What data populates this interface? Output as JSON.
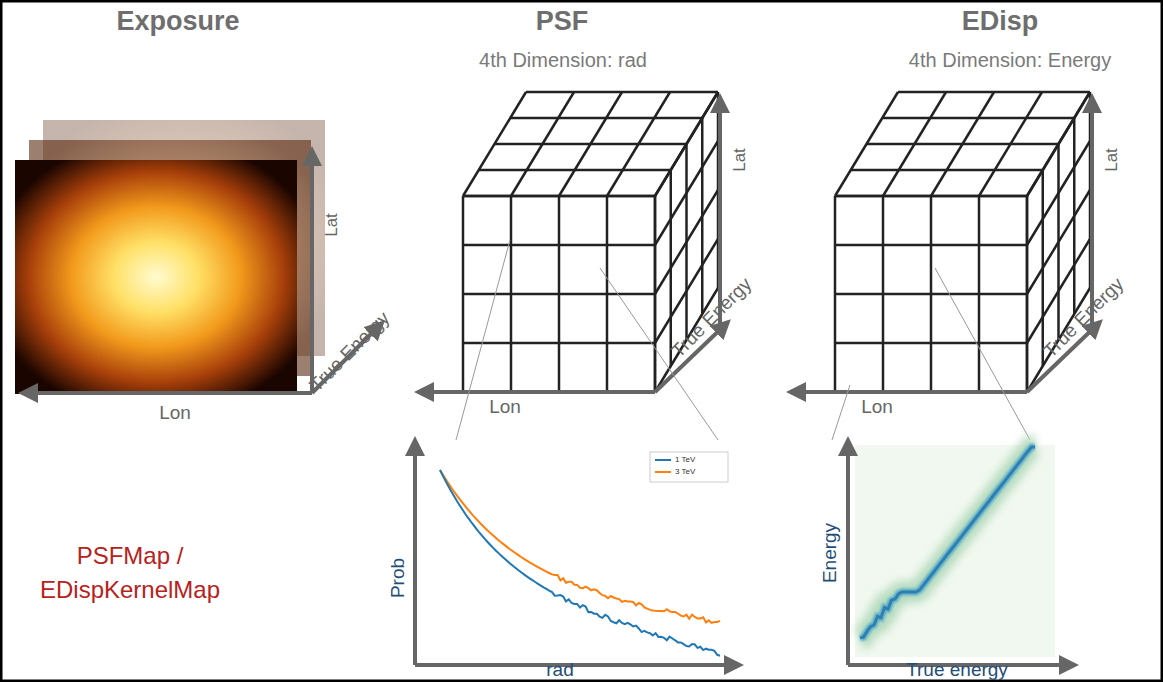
{
  "diagram": {
    "labels": [
      "Exposure",
      "PSF",
      "4th Dimension: rad",
      "EDisp",
      "4th Dimension: Energy",
      "Lat",
      "True Energy",
      "Lon",
      "Lat",
      "True Energy",
      "Lon",
      "Lat",
      "True Energy",
      "Lon",
      "PSFMap  /  EDispKernelMap",
      "Prob",
      "rad",
      "Energy",
      "True energy"
    ],
    "legend": [
      {
        "text": "1 TeV"
      },
      {
        "text": "3 TeV"
      }
    ]
  }
}
